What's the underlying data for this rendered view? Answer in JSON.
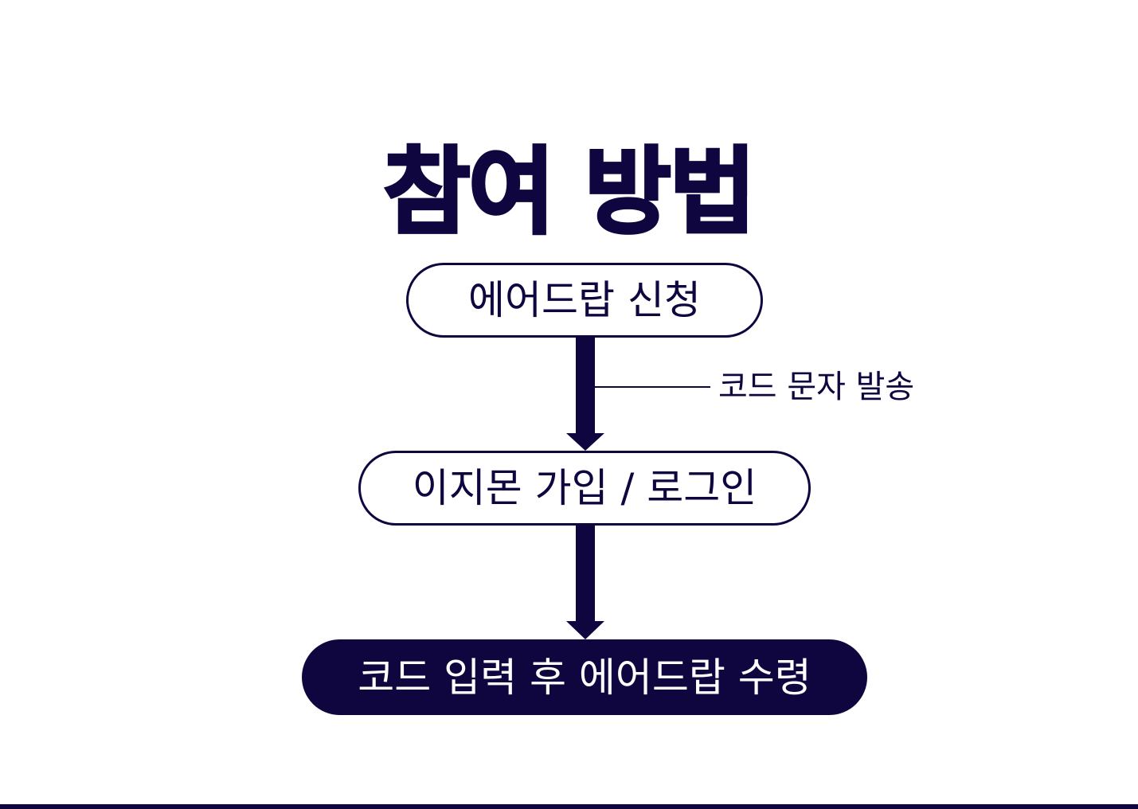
{
  "colors": {
    "navy": "#0f0640",
    "background": "#ffffff"
  },
  "title": "참여 방법",
  "steps": [
    {
      "label": "에어드랍 신청",
      "style": "outline"
    },
    {
      "label": "이지몬 가입 / 로그인",
      "style": "outline"
    },
    {
      "label": "코드 입력 후 에어드랍 수령",
      "style": "filled"
    }
  ],
  "annotation": {
    "label": "코드 문자 발송",
    "icon": "connector-line"
  },
  "arrows": [
    {
      "icon": "arrow-down-icon"
    },
    {
      "icon": "arrow-down-icon"
    }
  ]
}
